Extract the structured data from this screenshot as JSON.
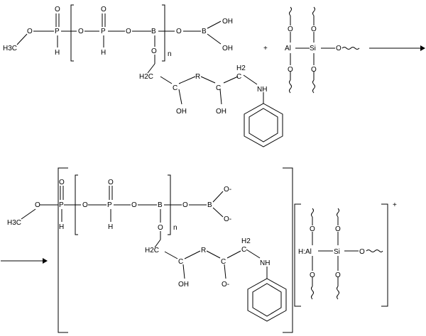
{
  "scheme": {
    "top": {
      "h3c": "H3C",
      "o": "O",
      "p": "P",
      "h": "H",
      "b": "B",
      "oh": "OH",
      "n": "n",
      "h2c": "H2C",
      "h2": "H2",
      "c": "C",
      "r": "R",
      "nh": "NH",
      "al": "Al",
      "si": "Si",
      "plus": "+"
    },
    "bottom": {
      "h3c": "H3C",
      "o": "O",
      "p": "P",
      "h": "H",
      "b": "B",
      "o_minus": "O-",
      "n": "n",
      "h2c": "H2C",
      "h2": "H2",
      "c": "C",
      "r": "R",
      "oh": "OH",
      "nh": "NH",
      "h_al": "H:Al",
      "si": "Si",
      "charge_plus": "+"
    }
  }
}
